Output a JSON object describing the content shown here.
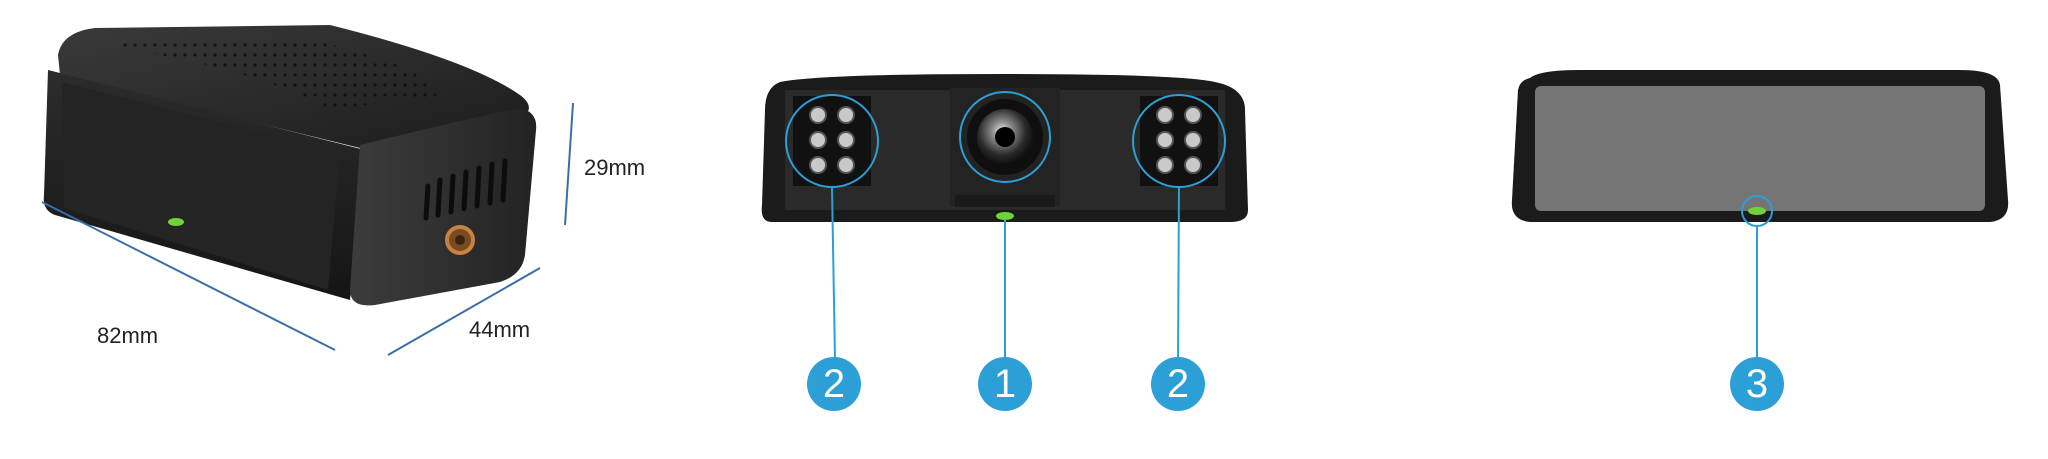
{
  "dimensions": {
    "length": "82mm",
    "width": "44mm",
    "height": "29mm"
  },
  "callouts": [
    {
      "number": "2"
    },
    {
      "number": "1"
    },
    {
      "number": "2"
    },
    {
      "number": "3"
    }
  ],
  "colors": {
    "accent_blue": "#2c9fd6",
    "dimension_line": "#3a6ea8",
    "led_green": "#6fd23a",
    "body_dark": "#1e1e1e"
  }
}
